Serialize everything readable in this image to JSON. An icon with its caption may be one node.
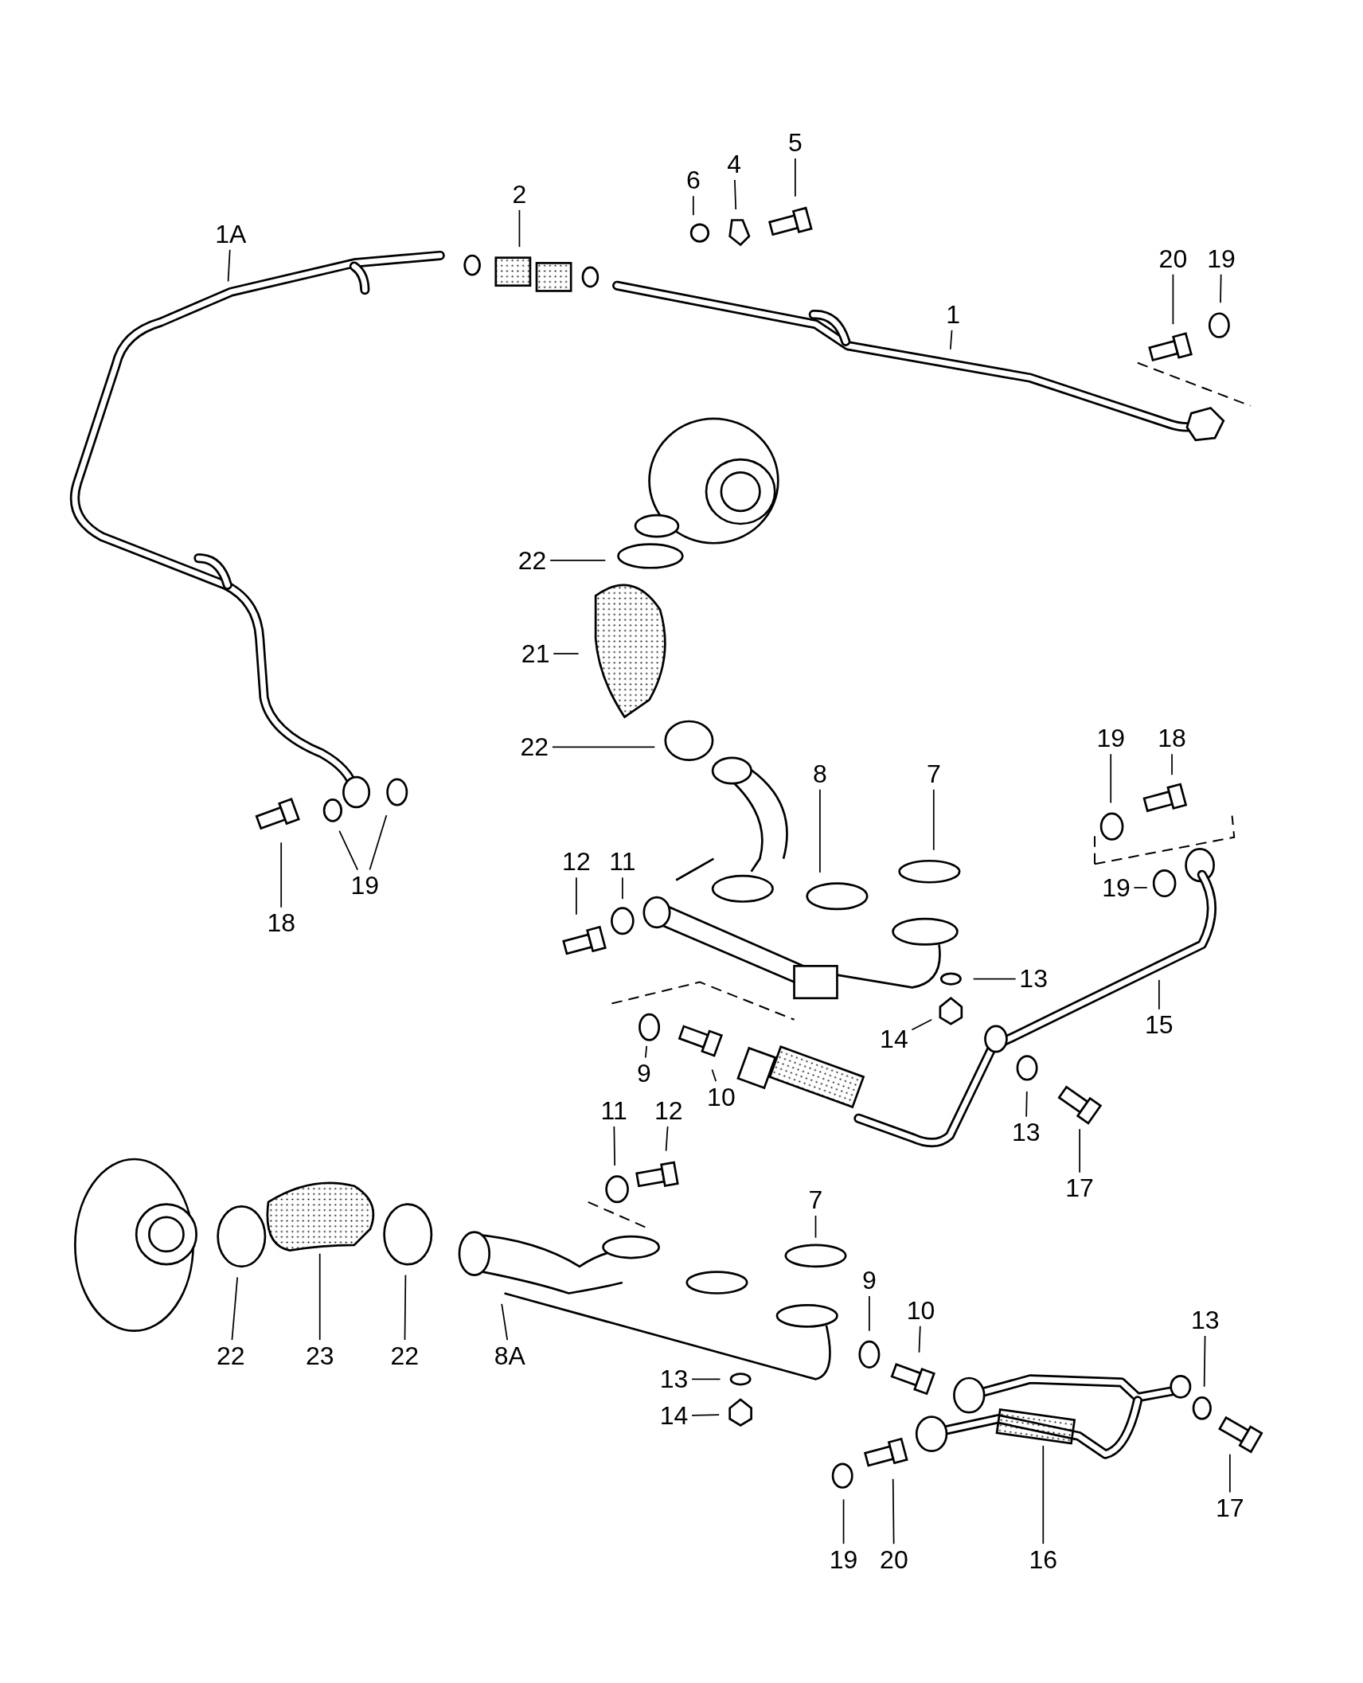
{
  "diagram": {
    "nodes": [
      {
        "text": [
          "1A"
        ]
      },
      {
        "text": [
          "2"
        ]
      },
      {
        "text": [
          "6"
        ]
      },
      {
        "text": [
          "4"
        ]
      },
      {
        "text": [
          "5"
        ]
      },
      {
        "text": [
          "20"
        ]
      },
      {
        "text": [
          "19"
        ]
      },
      {
        "text": [
          "1"
        ]
      },
      {
        "text": [
          "22"
        ]
      },
      {
        "text": [
          "21"
        ]
      },
      {
        "text": [
          "22"
        ]
      },
      {
        "text": [
          "8"
        ]
      },
      {
        "text": [
          "7"
        ]
      },
      {
        "text": [
          "19"
        ]
      },
      {
        "text": [
          "18"
        ]
      },
      {
        "text": [
          "12"
        ]
      },
      {
        "text": [
          "11"
        ]
      },
      {
        "text": [
          "19"
        ]
      },
      {
        "text": [
          "13"
        ]
      },
      {
        "text": [
          "14"
        ]
      },
      {
        "text": [
          "15"
        ]
      },
      {
        "text": [
          "9"
        ]
      },
      {
        "text": [
          "10"
        ]
      },
      {
        "text": [
          "13"
        ]
      },
      {
        "text": [
          "17"
        ]
      },
      {
        "text": [
          "18"
        ]
      },
      {
        "text": [
          "19"
        ]
      },
      {
        "text": [
          "11"
        ]
      },
      {
        "text": [
          "12"
        ]
      },
      {
        "text": [
          "7"
        ]
      },
      {
        "text": [
          "9"
        ]
      },
      {
        "text": [
          "10"
        ]
      },
      {
        "text": [
          "13"
        ]
      },
      {
        "text": [
          "22"
        ]
      },
      {
        "text": [
          "23"
        ]
      },
      {
        "text": [
          "22"
        ]
      },
      {
        "text": [
          "8A"
        ]
      },
      {
        "text": [
          "13"
        ]
      },
      {
        "text": [
          "14"
        ]
      },
      {
        "text": [
          "17"
        ]
      },
      {
        "text": [
          "19"
        ]
      },
      {
        "text": [
          "20"
        ]
      },
      {
        "text": [
          "16"
        ]
      }
    ],
    "edges": [
      {
        "from": 0,
        "to": null,
        "arrow": "none"
      },
      {
        "from": 1,
        "to": null,
        "arrow": "none"
      },
      {
        "from": 2,
        "to": null,
        "arrow": "none"
      },
      {
        "from": 3,
        "to": null,
        "arrow": "none"
      },
      {
        "from": 4,
        "to": null,
        "arrow": "none"
      },
      {
        "from": 5,
        "to": null,
        "arrow": "none"
      },
      {
        "from": 6,
        "to": null,
        "arrow": "none"
      },
      {
        "from": 7,
        "to": null,
        "arrow": "none"
      },
      {
        "from": 8,
        "to": null,
        "arrow": "none"
      },
      {
        "from": 9,
        "to": null,
        "arrow": "none"
      },
      {
        "from": 10,
        "to": null,
        "arrow": "none"
      },
      {
        "from": 11,
        "to": null,
        "arrow": "none"
      },
      {
        "from": 12,
        "to": null,
        "arrow": "none"
      },
      {
        "from": 13,
        "to": null,
        "arrow": "none"
      },
      {
        "from": 14,
        "to": null,
        "arrow": "none"
      },
      {
        "from": 15,
        "to": null,
        "arrow": "none"
      },
      {
        "from": 16,
        "to": null,
        "arrow": "none"
      },
      {
        "from": 17,
        "to": null,
        "arrow": "none"
      },
      {
        "from": 18,
        "to": null,
        "arrow": "none"
      },
      {
        "from": 19,
        "to": null,
        "arrow": "none"
      },
      {
        "from": 20,
        "to": null,
        "arrow": "none"
      },
      {
        "from": 21,
        "to": null,
        "arrow": "none"
      },
      {
        "from": 22,
        "to": null,
        "arrow": "none"
      },
      {
        "from": 23,
        "to": null,
        "arrow": "none"
      },
      {
        "from": 24,
        "to": null,
        "arrow": "none"
      },
      {
        "from": 25,
        "to": null,
        "arrow": "none"
      },
      {
        "from": 26,
        "to": null,
        "arrow": "none"
      },
      {
        "from": 26,
        "to": null,
        "arrow": "none"
      },
      {
        "from": 27,
        "to": null,
        "arrow": "none"
      },
      {
        "from": 28,
        "to": null,
        "arrow": "none"
      },
      {
        "from": 29,
        "to": null,
        "arrow": "none"
      },
      {
        "from": 30,
        "to": null,
        "arrow": "none"
      },
      {
        "from": 31,
        "to": null,
        "arrow": "none"
      },
      {
        "from": 32,
        "to": null,
        "arrow": "none"
      },
      {
        "from": 33,
        "to": null,
        "arrow": "none"
      },
      {
        "from": 34,
        "to": null,
        "arrow": "none"
      },
      {
        "from": 35,
        "to": null,
        "arrow": "none"
      },
      {
        "from": 36,
        "to": null,
        "arrow": "none"
      },
      {
        "from": 37,
        "to": null,
        "arrow": "none"
      },
      {
        "from": 38,
        "to": null,
        "arrow": "none"
      },
      {
        "from": 39,
        "to": null,
        "arrow": "none"
      },
      {
        "from": 40,
        "to": null,
        "arrow": "none"
      },
      {
        "from": 41,
        "to": null,
        "arrow": "none"
      },
      {
        "from": 42,
        "to": null,
        "arrow": "none"
      }
    ]
  }
}
